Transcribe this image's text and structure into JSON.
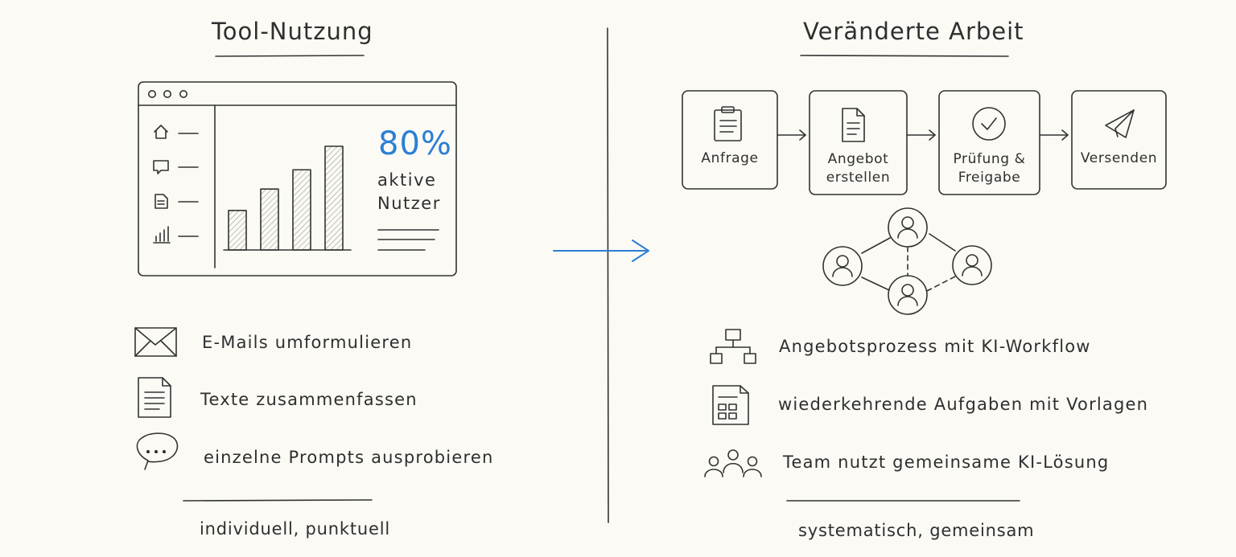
{
  "left": {
    "heading": "Tool-Nutzung",
    "dashboard": {
      "stat_value": "80%",
      "stat_label": "aktive\nNutzer",
      "bars": [
        0.37,
        0.57,
        0.75,
        0.97
      ]
    },
    "items": [
      {
        "icon": "envelope-icon",
        "label": "E-Mails umformulieren"
      },
      {
        "icon": "document-icon",
        "label": "Texte zusammenfassen"
      },
      {
        "icon": "speech-bubble-icon",
        "label": "einzelne Prompts ausprobieren"
      }
    ],
    "summary": "individuell, punktuell"
  },
  "right": {
    "heading": "Veränderte Arbeit",
    "steps": [
      {
        "icon": "clipboard-icon",
        "label": "Anfrage"
      },
      {
        "icon": "document-icon",
        "label": "Angebot\nerstellen"
      },
      {
        "icon": "checkmark-icon",
        "label": "Prüfung &\nFreigabe"
      },
      {
        "icon": "send-icon",
        "label": "Versenden"
      }
    ],
    "items": [
      {
        "icon": "org-chart-icon",
        "label": "Angebotsprozess mit KI-Workflow"
      },
      {
        "icon": "template-icon",
        "label": "wiederkehrende Aufgaben mit Vorlagen"
      },
      {
        "icon": "team-icon",
        "label": "Team nutzt gemeinsame KI-Lösung"
      }
    ],
    "summary": "systematisch, gemeinsam"
  },
  "colors": {
    "accent": "#2b7fd4",
    "ink": "#2f2f2f",
    "background": "#fbfaf5"
  }
}
